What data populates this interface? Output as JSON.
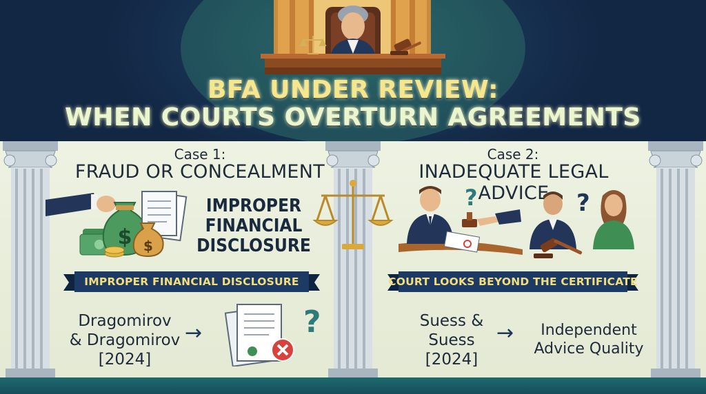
{
  "header": {
    "title_line1": "BFA UNDER REVIEW:",
    "title_line2": "WHEN COURTS OVERTURN AGREEMENTS"
  },
  "case1": {
    "number": "Case 1:",
    "title": "FRAUD OR CONCEALMENT",
    "disclosure_line1": "IMPROPER",
    "disclosure_line2": "FINANCIAL",
    "disclosure_line3": "DISCLOSURE",
    "ribbon": "IMPROPER FINANCIAL DISCLOSURE",
    "name_line1": "Dragomirov",
    "name_line2": "& Dragomirov",
    "name_line3": "[2024]",
    "arrow": "→",
    "question": "?"
  },
  "case2": {
    "number": "Case 2:",
    "title": "INADEQUATE LEGAL ADVICE",
    "ribbon": "COURT LOOKS BEYOND THE CERTIFICATE",
    "name_line1": "Suess &",
    "name_line2": "Suess",
    "name_line3": "[2024]",
    "arrow": "→",
    "outcome_line1": "Independent",
    "outcome_line2": "Advice Quality",
    "question1": "?",
    "question2": "?"
  },
  "colors": {
    "navy": "#16304f",
    "teal": "#1d6a6e",
    "gold": "#f3de7e",
    "panel": "#e9eedd",
    "money_green": "#3f8f55",
    "alert_red": "#d8423a"
  },
  "icons": [
    "judge-icon",
    "gavel-icon",
    "scales-icon",
    "money-bag-icon",
    "documents-icon",
    "lawyer-icon",
    "certificate-icon",
    "rejected-icon",
    "question-icon"
  ]
}
